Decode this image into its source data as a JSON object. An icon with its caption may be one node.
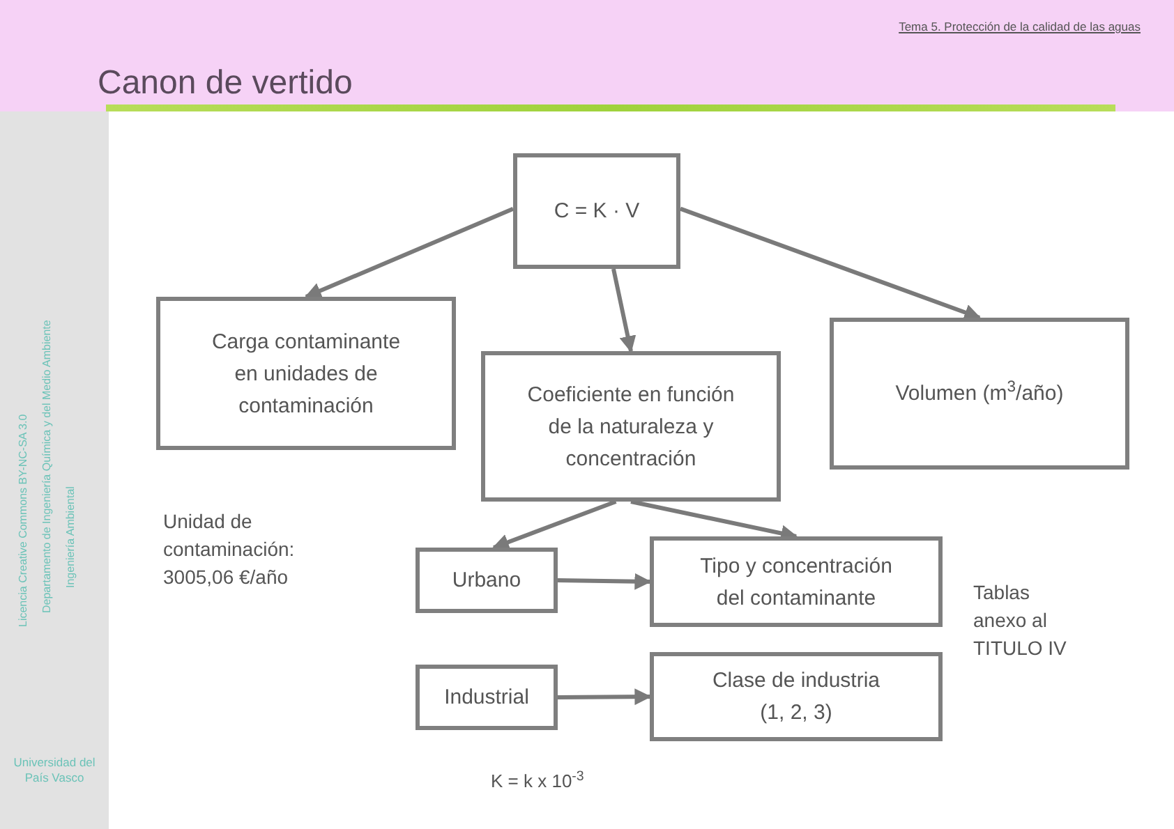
{
  "diagram": {
    "title": "Canon de vertido",
    "nodes": [
      {
        "text": [
          "C = K · V"
        ]
      },
      {
        "text": [
          "Carga contaminante en unidades de contaminación"
        ]
      },
      {
        "text": [
          "Coeficiente en función de la naturaleza y concentración"
        ]
      },
      {
        "text": [
          "Volumen (m$^{3}$/año)"
        ]
      },
      {
        "text": [
          "Urbano"
        ]
      },
      {
        "text": [
          "Tipo y concentración del contaminante"
        ]
      },
      {
        "text": [
          "Industrial"
        ]
      },
      {
        "text": [
          "Clase de industria (1, 2, 3)"
        ]
      }
    ],
    "edges": [
      {
        "from": 0,
        "to": 1,
        "arrow": "to"
      },
      {
        "from": 0,
        "to": 2,
        "arrow": "to"
      },
      {
        "from": 0,
        "to": 3,
        "arrow": "to"
      },
      {
        "from": 2,
        "to": 4,
        "arrow": "to"
      },
      {
        "from": 2,
        "to": 5,
        "arrow": "to"
      },
      {
        "from": 4,
        "to": 5,
        "arrow": "to"
      },
      {
        "from": 6,
        "to": 7,
        "arrow": "to"
      }
    ],
    "labels": [
      "Tema 5. Protección de la calidad de las aguas",
      "Ingeniería Ambiental",
      "Departamento de Ingeniería Química y del Medio Ambiente",
      "Licencia Creative Commons BY-NC-SA 3.0",
      "Universidad del País Vasco",
      "Unidad de contaminación: 3005,06 €/año",
      "Tablas anexo al TITULO IV",
      "K = k x 10$^{-3}$"
    ]
  }
}
